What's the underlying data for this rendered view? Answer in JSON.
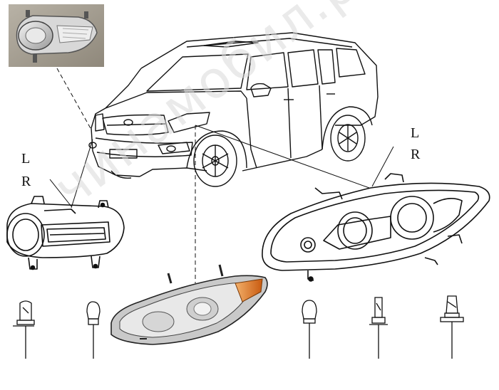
{
  "labels": {
    "left_pair": {
      "l": "L",
      "r": "R"
    },
    "right_pair": {
      "l": "L",
      "r": "R"
    }
  },
  "watermark": "чинамобил.рф",
  "parts": [
    {
      "id": "fog-lamp-photo",
      "kind": "photo"
    },
    {
      "id": "suv",
      "kind": "vehicle-drawing"
    },
    {
      "id": "fog-lamp-drawing",
      "kind": "drawing"
    },
    {
      "id": "headlamp-drawing",
      "kind": "drawing"
    },
    {
      "id": "headlamp-photo",
      "kind": "photo"
    },
    {
      "id": "bulb-h3",
      "kind": "bulb"
    },
    {
      "id": "bulb-turn-left",
      "kind": "bulb"
    },
    {
      "id": "bulb-turn-right",
      "kind": "bulb"
    },
    {
      "id": "bulb-h1",
      "kind": "bulb"
    },
    {
      "id": "bulb-h7",
      "kind": "bulb"
    }
  ],
  "colors": {
    "line": "#111111",
    "amber": "#e07a1e",
    "watermark": "#d9d9d9"
  }
}
